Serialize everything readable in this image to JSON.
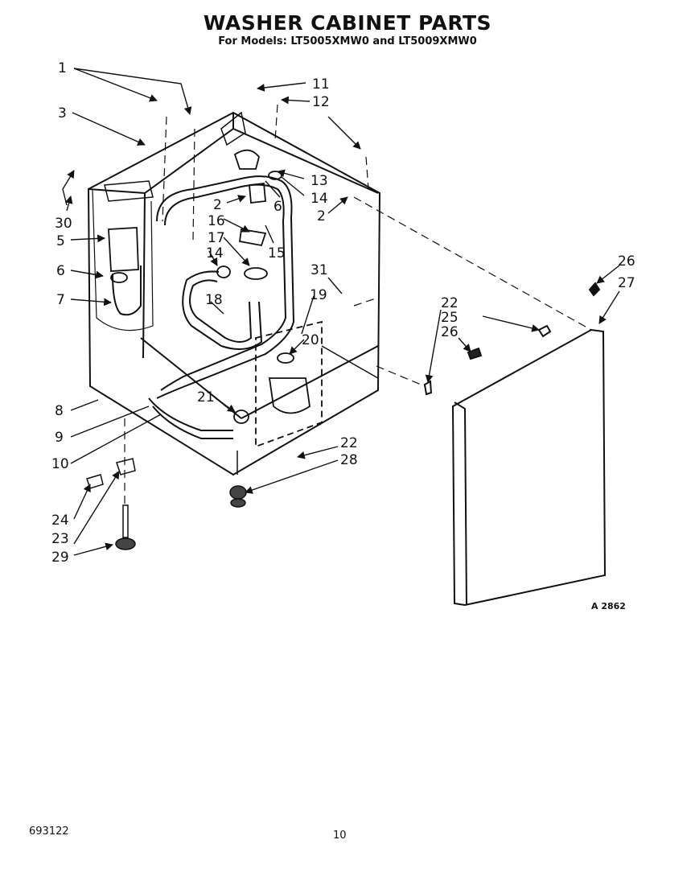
{
  "header": {
    "title": "WASHER CABINET PARTS",
    "subtitle": "For Models: LT5005XMW0 and LT5009XMW0"
  },
  "diagram": {
    "code": "A 2862",
    "callouts": [
      "1",
      "3",
      "30",
      "5",
      "6",
      "7",
      "8",
      "9",
      "10",
      "24",
      "23",
      "29",
      "11",
      "12",
      "13",
      "14",
      "2",
      "6",
      "2",
      "16",
      "17",
      "15",
      "14",
      "18",
      "31",
      "19",
      "20",
      "21",
      "22",
      "28",
      "22",
      "25",
      "26",
      "26",
      "27"
    ]
  },
  "footer": {
    "doc_number": "693122",
    "page_number": "10"
  }
}
